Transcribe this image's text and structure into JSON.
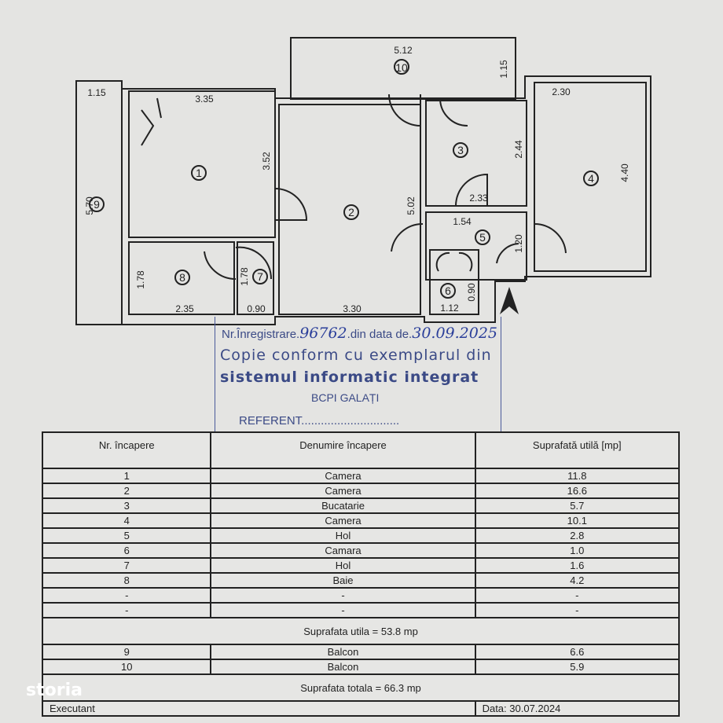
{
  "plan": {
    "rooms": [
      "1",
      "2",
      "3",
      "4",
      "5",
      "6",
      "7",
      "8",
      "9",
      "10"
    ],
    "dims": {
      "b10_w": "5.12",
      "b10_h": "1.15",
      "b9_w": "1.15",
      "b9_h": "5.70",
      "r1_w": "3.35",
      "r1_h": "3.52",
      "r2_h": "5.02",
      "r2_w": "3.30",
      "r3_h": "2.44",
      "r3_w": "2.33",
      "r4_w": "2.30",
      "r4_h": "4.40",
      "r5_w": "1.54",
      "r5_h": "1.20",
      "r6_h": "0.90",
      "r6_w": "1.12",
      "r7_h": "1.78",
      "r7_w": "0.90",
      "r8_h": "1.78",
      "r8_w": "2.35"
    }
  },
  "stamp": {
    "reg_label": "Nr.Înregistrare.",
    "reg_no": "96762",
    "date_label": ".din data de.",
    "date": "30.09.2025",
    "line2": "Copie conform cu exemplarul din",
    "line3": "sistemul informatic integrat",
    "office": "BCPI GALAȚI",
    "referent": "REFERENT.............................."
  },
  "table": {
    "headers": [
      "Nr. încapere",
      "Denumire încapere",
      "Suprafată utilă  [mp]"
    ],
    "rows": [
      [
        "1",
        "Camera",
        "11.8"
      ],
      [
        "2",
        "Camera",
        "16.6"
      ],
      [
        "3",
        "Bucatarie",
        "5.7"
      ],
      [
        "4",
        "Camera",
        "10.1"
      ],
      [
        "5",
        "Hol",
        "2.8"
      ],
      [
        "6",
        "Camara",
        "1.0"
      ],
      [
        "7",
        "Hol",
        "1.6"
      ],
      [
        "8",
        "Baie",
        "4.2"
      ],
      [
        "-",
        "-",
        "-"
      ],
      [
        "-",
        "-",
        "-"
      ]
    ],
    "useful_total": "Suprafata utila = 53.8 mp",
    "balcony_rows": [
      [
        "9",
        "Balcon",
        "6.6"
      ],
      [
        "10",
        "Balcon",
        "5.9"
      ]
    ],
    "grand_total": "Suprafata totala = 66.3 mp",
    "footer_left": "Executant",
    "footer_date": "Data: 30.07.2024"
  },
  "watermark": "storia"
}
